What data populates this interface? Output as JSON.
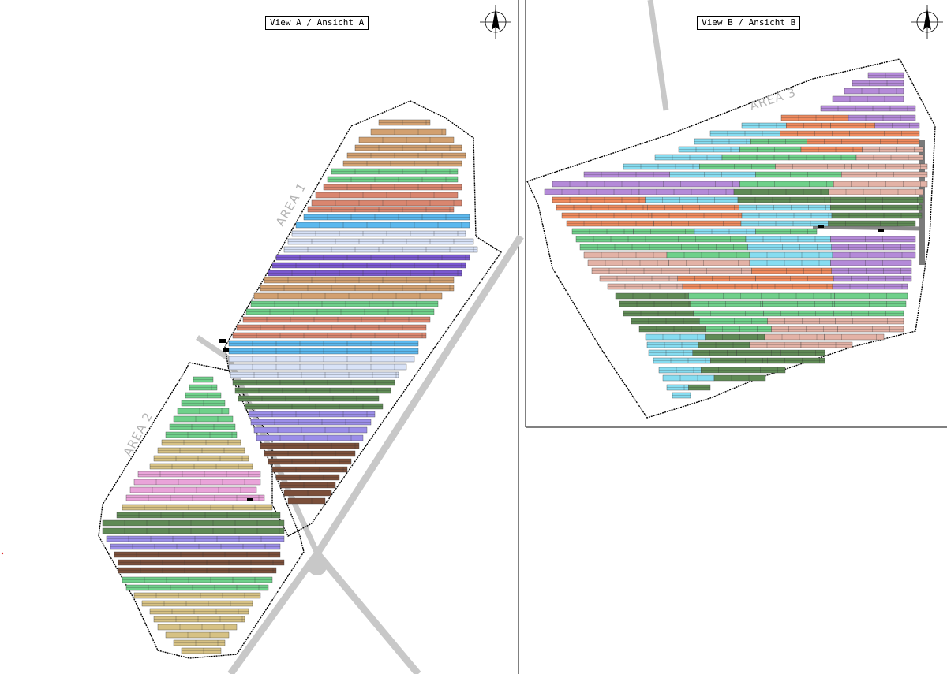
{
  "views": [
    {
      "id": "A",
      "title": "View A / Ansicht A"
    },
    {
      "id": "B",
      "title": "View B / Ansicht B"
    }
  ],
  "areas": [
    {
      "id": "area-1",
      "label": "AREA 1"
    },
    {
      "id": "area-2",
      "label": "AREA 2"
    },
    {
      "id": "area-3",
      "label": "AREA 3"
    }
  ],
  "north_arrow": {
    "icon": "north-arrow-icon"
  },
  "legend_colors": {
    "tan": "#d2a070",
    "green": "#6fd08a",
    "salmon": "#d9866f",
    "blue": "#5bb8ee",
    "lightblue": "#d8e2f7",
    "purple": "#7a58d0",
    "darkgreen": "#5f8a55",
    "lavender": "#9b8ee8",
    "brown": "#7b4f3a",
    "khaki": "#d6c184",
    "pink": "#e9a4d9",
    "orange": "#ef8a5e",
    "cyan": "#86dcf0",
    "rose": "#e3b2a6",
    "violet": "#b48ad8",
    "road": "#c8c8c8"
  }
}
